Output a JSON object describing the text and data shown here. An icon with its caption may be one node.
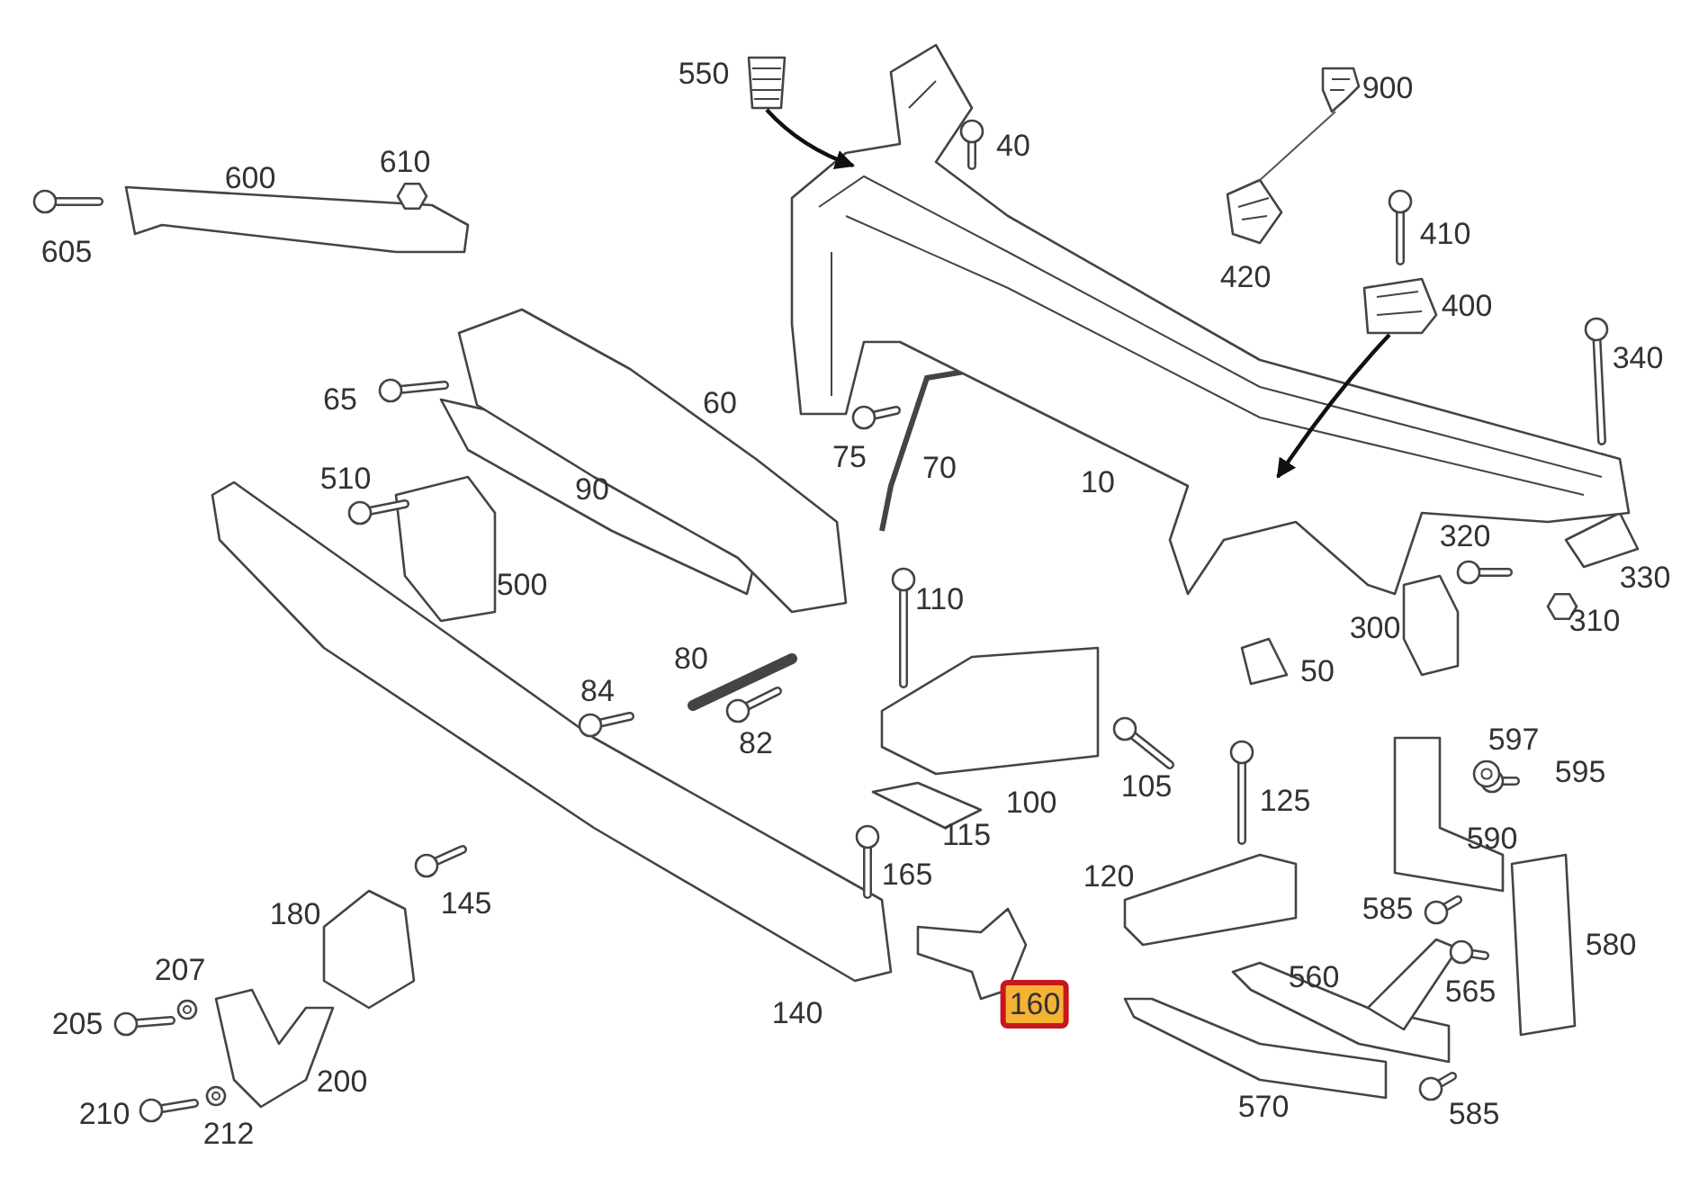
{
  "diagram": {
    "nodes": [
      {
        "text": [],
        "shape": "picture"
      },
      {
        "text": [],
        "shape": "picture"
      },
      {
        "text": [],
        "shape": "picture"
      },
      {
        "text": [],
        "shape": "picture"
      },
      {
        "text": [],
        "shape": "picture"
      }
    ],
    "edges": [
      {
        "from": 0,
        "to": 1,
        "arrow": "to"
      },
      {
        "from": 2,
        "to": 3,
        "arrow": "none"
      },
      {
        "from": 4,
        "to": 1,
        "arrow": "to"
      }
    ],
    "labels": [
      "550",
      "900",
      "40",
      "600",
      "610",
      "410",
      "420",
      "605",
      "400",
      "340",
      "65",
      "60",
      "75",
      "70",
      "90",
      "10",
      "510",
      "320",
      "330",
      "500",
      "110",
      "300",
      "310",
      "80",
      "50",
      "84",
      "82",
      "597",
      "595",
      "105",
      "125",
      "100",
      "115",
      "590",
      "120",
      "165",
      "145",
      "180",
      "585",
      "580",
      "207",
      "560",
      "565",
      "205",
      "140",
      "160",
      "200",
      "570",
      "210",
      "212",
      "585"
    ]
  }
}
